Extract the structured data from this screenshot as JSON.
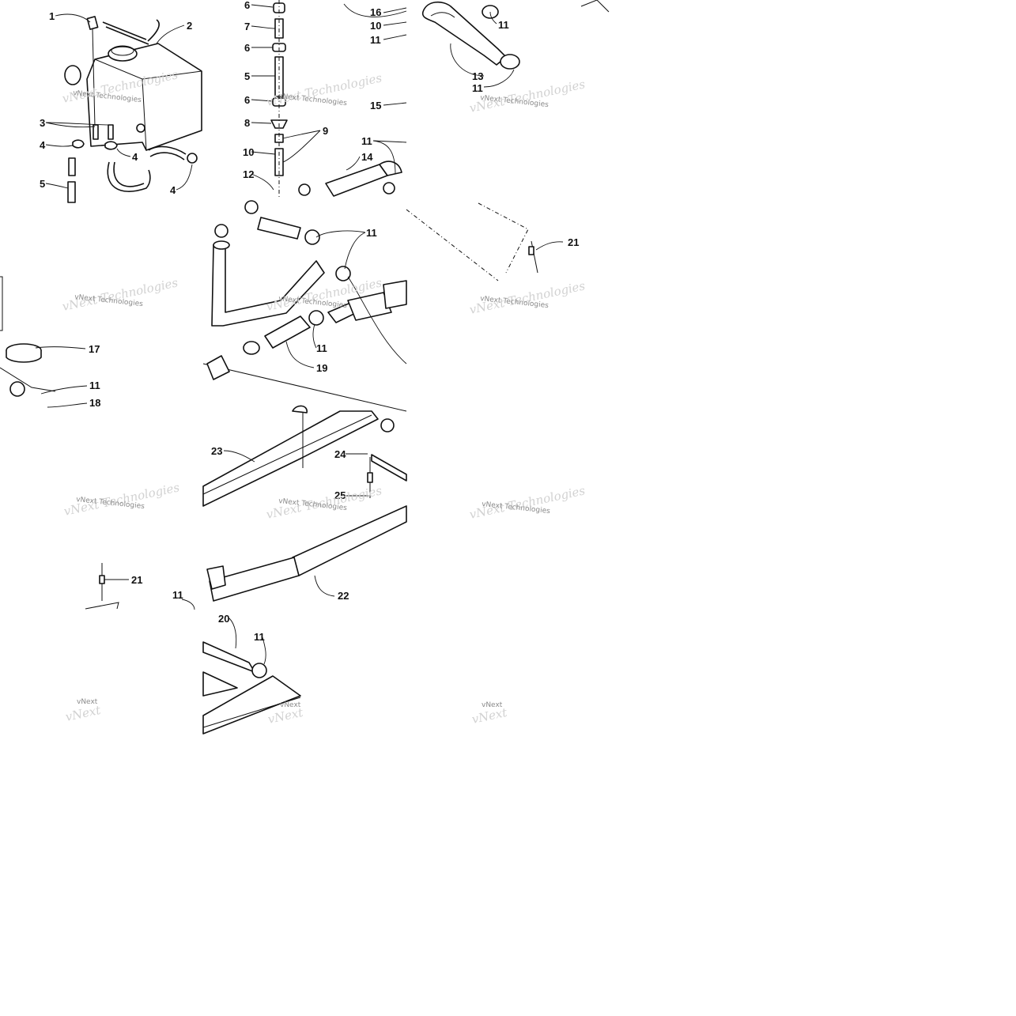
{
  "diagram": {
    "callouts": [
      "1",
      "2",
      "3",
      "4",
      "5",
      "6",
      "7",
      "8",
      "9",
      "10",
      "11",
      "12",
      "13",
      "14",
      "15",
      "16",
      "17",
      "18",
      "19",
      "20",
      "21",
      "22",
      "23",
      "24",
      "25"
    ],
    "watermark": "vNext Technologies",
    "watermark_short": "vNext",
    "colors": {
      "ink": "#111111",
      "paper": "#ffffff",
      "watermark": "#8a8a8a"
    }
  }
}
